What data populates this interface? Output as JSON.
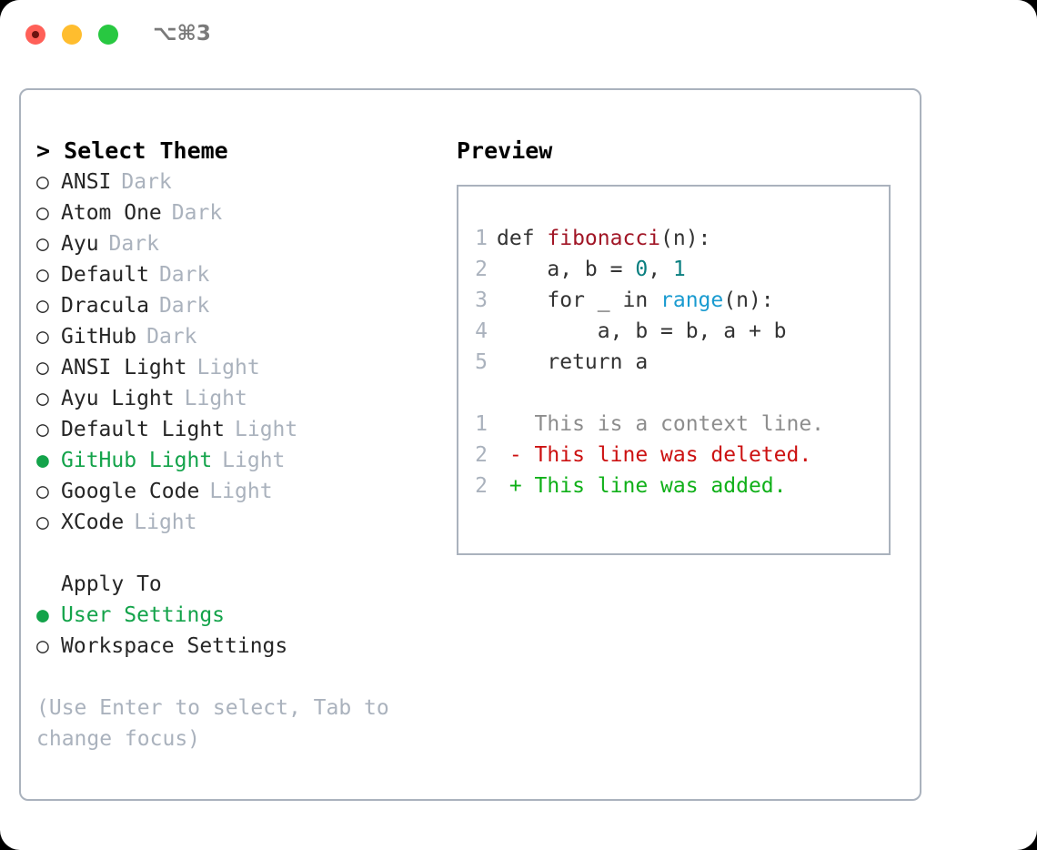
{
  "titlebar": {
    "shortcut": "⌥⌘3",
    "buttons": [
      {
        "name": "close",
        "color": "#ff6058"
      },
      {
        "name": "minimize",
        "color": "#ffbd2e"
      },
      {
        "name": "maximize",
        "color": "#28c841"
      }
    ]
  },
  "theme_section": {
    "header": "> Select Theme",
    "items": [
      {
        "marker": "○",
        "label": "ANSI",
        "tag": "Dark",
        "selected": false
      },
      {
        "marker": "○",
        "label": "Atom One",
        "tag": "Dark",
        "selected": false
      },
      {
        "marker": "○",
        "label": "Ayu",
        "tag": "Dark",
        "selected": false
      },
      {
        "marker": "○",
        "label": "Default",
        "tag": "Dark",
        "selected": false
      },
      {
        "marker": "○",
        "label": "Dracula",
        "tag": "Dark",
        "selected": false
      },
      {
        "marker": "○",
        "label": "GitHub",
        "tag": "Dark",
        "selected": false
      },
      {
        "marker": "○",
        "label": "ANSI Light",
        "tag": "Light",
        "selected": false
      },
      {
        "marker": "○",
        "label": "Ayu Light",
        "tag": "Light",
        "selected": false
      },
      {
        "marker": "○",
        "label": "Default Light",
        "tag": "Light",
        "selected": false
      },
      {
        "marker": "●",
        "label": "GitHub Light",
        "tag": "Light",
        "selected": true
      },
      {
        "marker": "○",
        "label": "Google Code",
        "tag": "Light",
        "selected": false
      },
      {
        "marker": "○",
        "label": "XCode",
        "tag": "Light",
        "selected": false
      }
    ]
  },
  "apply_section": {
    "header": "Apply To",
    "items": [
      {
        "marker": "●",
        "label": "User Settings",
        "selected": true
      },
      {
        "marker": "○",
        "label": "Workspace Settings",
        "selected": false
      }
    ]
  },
  "help": "(Use Enter to select, Tab to change focus)",
  "preview": {
    "header": "Preview",
    "code_lines": [
      {
        "num": "1",
        "parts": [
          {
            "t": "def ",
            "c": "plain"
          },
          {
            "t": "fibonacci",
            "c": "fn"
          },
          {
            "t": "(n):",
            "c": "plain"
          }
        ]
      },
      {
        "num": "2",
        "parts": [
          {
            "t": "    a, b = ",
            "c": "plain"
          },
          {
            "t": "0",
            "c": "num"
          },
          {
            "t": ", ",
            "c": "plain"
          },
          {
            "t": "1",
            "c": "num"
          }
        ]
      },
      {
        "num": "3",
        "parts": [
          {
            "t": "    for _ in ",
            "c": "plain"
          },
          {
            "t": "range",
            "c": "builtin"
          },
          {
            "t": "(n):",
            "c": "plain"
          }
        ]
      },
      {
        "num": "4",
        "parts": [
          {
            "t": "        a, b = b, a + b",
            "c": "plain"
          }
        ]
      },
      {
        "num": "5",
        "parts": [
          {
            "t": "    return a",
            "c": "plain"
          }
        ]
      }
    ],
    "diff_lines": [
      {
        "num": "1",
        "text": "   This is a context line.",
        "kind": "ctx"
      },
      {
        "num": "2",
        "text": " - This line was deleted.",
        "kind": "del"
      },
      {
        "num": "2",
        "text": " + This line was added.",
        "kind": "add"
      }
    ]
  },
  "colors": {
    "accent_green": "#13a34a",
    "muted": "#aab2bd",
    "diff_add": "#10b019",
    "diff_del": "#cc1111",
    "token_function": "#a11626",
    "token_number": "#0a7f80",
    "token_builtin": "#1a9bd0"
  }
}
